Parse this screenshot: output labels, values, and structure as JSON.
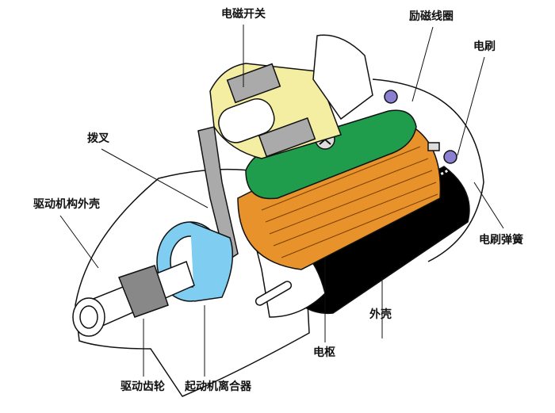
{
  "labels": {
    "solenoid_switch": "电磁开关",
    "field_coil": "励磁线圈",
    "brush": "电刷",
    "shift_fork": "拨叉",
    "drive_housing": "驱动机构外壳",
    "brush_spring": "电刷弹簧",
    "housing": "外壳",
    "armature": "电枢",
    "drive_gear": "驱动齿轮",
    "starter_clutch": "起动机离合器"
  },
  "colors": {
    "solenoid": "#f4eea2",
    "field_coil": "#1f9d4c",
    "armature": "#e8922c",
    "clutch": "#7fcdf0",
    "brush": "#8a7fd0",
    "housing": "#000000"
  }
}
